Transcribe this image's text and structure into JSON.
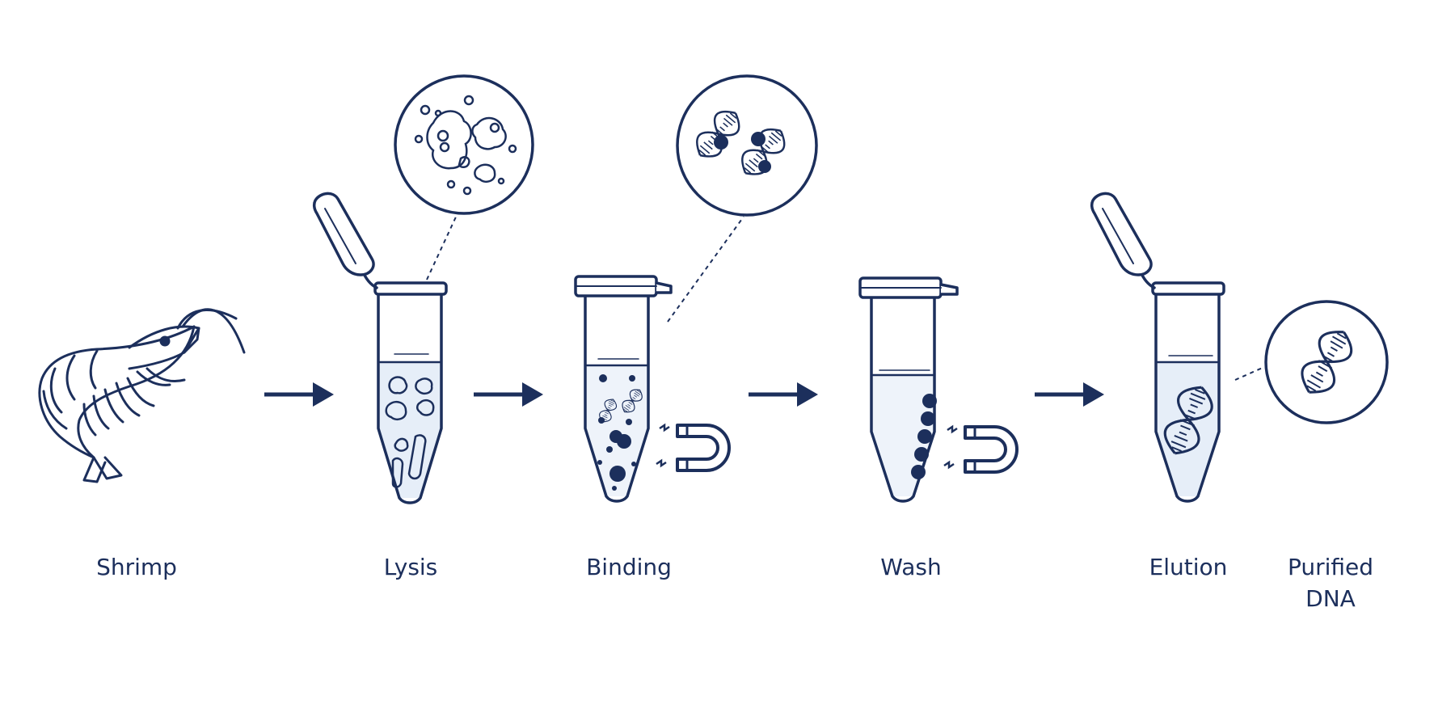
{
  "colors": {
    "ink": "#1c2f5c",
    "liquid": "#e6eef8",
    "paper": "#ffffff"
  },
  "steps": [
    {
      "id": "shrimp",
      "label": "Shrimp"
    },
    {
      "id": "lysis",
      "label": "Lysis"
    },
    {
      "id": "binding",
      "label": "Binding"
    },
    {
      "id": "wash",
      "label": "Wash"
    },
    {
      "id": "elution",
      "label": "Elution"
    }
  ],
  "final": {
    "label_line1": "Purified",
    "label_line2": "DNA"
  },
  "icons": [
    "shrimp-icon",
    "open-tube-icon",
    "closed-tube-icon",
    "magnet-icon",
    "dna-helix-icon",
    "magnetic-bead-icon",
    "magnifier-circle-icon",
    "arrow-right-icon"
  ]
}
